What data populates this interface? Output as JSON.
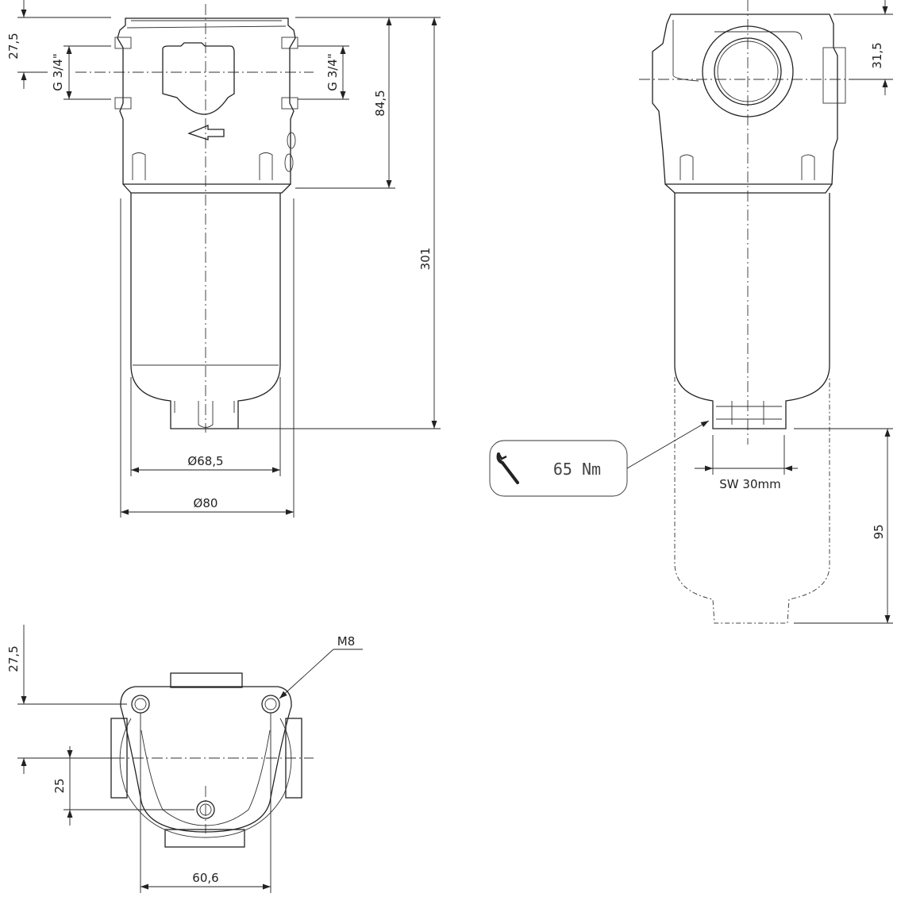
{
  "front_view": {
    "dim_top_port_height": "27,5",
    "port_left_thread": "G 3/4\"",
    "port_right_thread": "G 3/4\"",
    "dim_head_height": "84,5",
    "dim_total_height": "301",
    "dim_bowl_diameter": "Ø68,5",
    "dim_head_diameter": "Ø80"
  },
  "side_view": {
    "dim_port_height": "31,5",
    "torque_callout": "65 Nm",
    "wrench_size": "SW 30mm",
    "dim_removal_clearance": "95"
  },
  "bottom_view": {
    "thread_label": "M8",
    "dim_hole_offset_top": "27,5",
    "dim_hole_offset_bottom": "25",
    "dim_hole_spacing": "60,6"
  }
}
